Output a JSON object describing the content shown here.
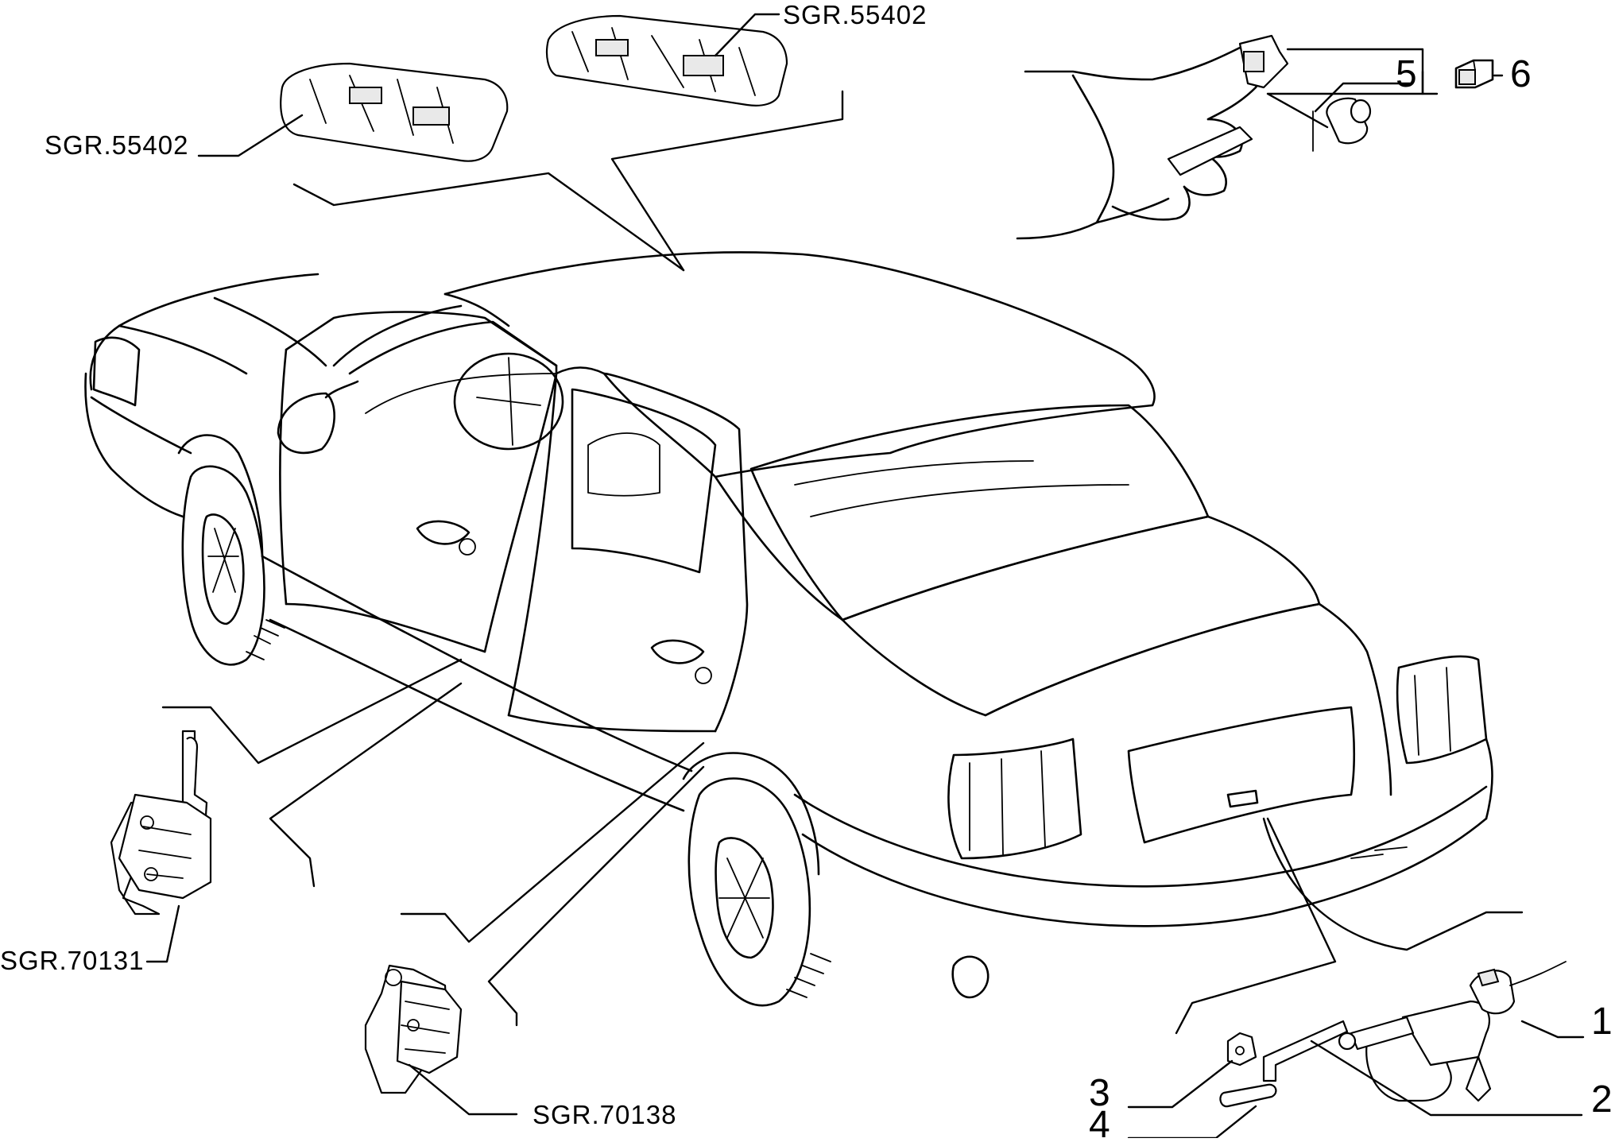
{
  "refs": {
    "top_center": "SGR.55402",
    "top_left": "SGR.55402",
    "left_lock": "SGR.70131",
    "bottom_lock": "SGR.70138"
  },
  "callouts": {
    "c1": "1",
    "c2": "2",
    "c3": "3",
    "c4": "4",
    "c5": "5",
    "c6": "6"
  },
  "icons": {
    "kit_symbol": "box-kit-icon"
  }
}
